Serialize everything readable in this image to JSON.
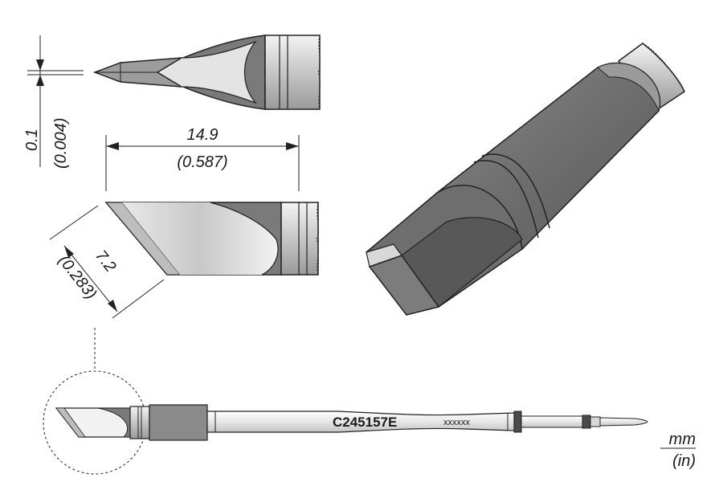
{
  "dimensions": {
    "thickness_mm": "0.1",
    "thickness_in": "(0.004)",
    "length_mm": "14.9",
    "length_in": "(0.587)",
    "width_mm": "7.2",
    "width_in": "(0.283)"
  },
  "tip": {
    "part_number": "C245157E",
    "marking": "xxxxxx"
  },
  "units": {
    "metric": "mm",
    "imperial": "(in)"
  }
}
